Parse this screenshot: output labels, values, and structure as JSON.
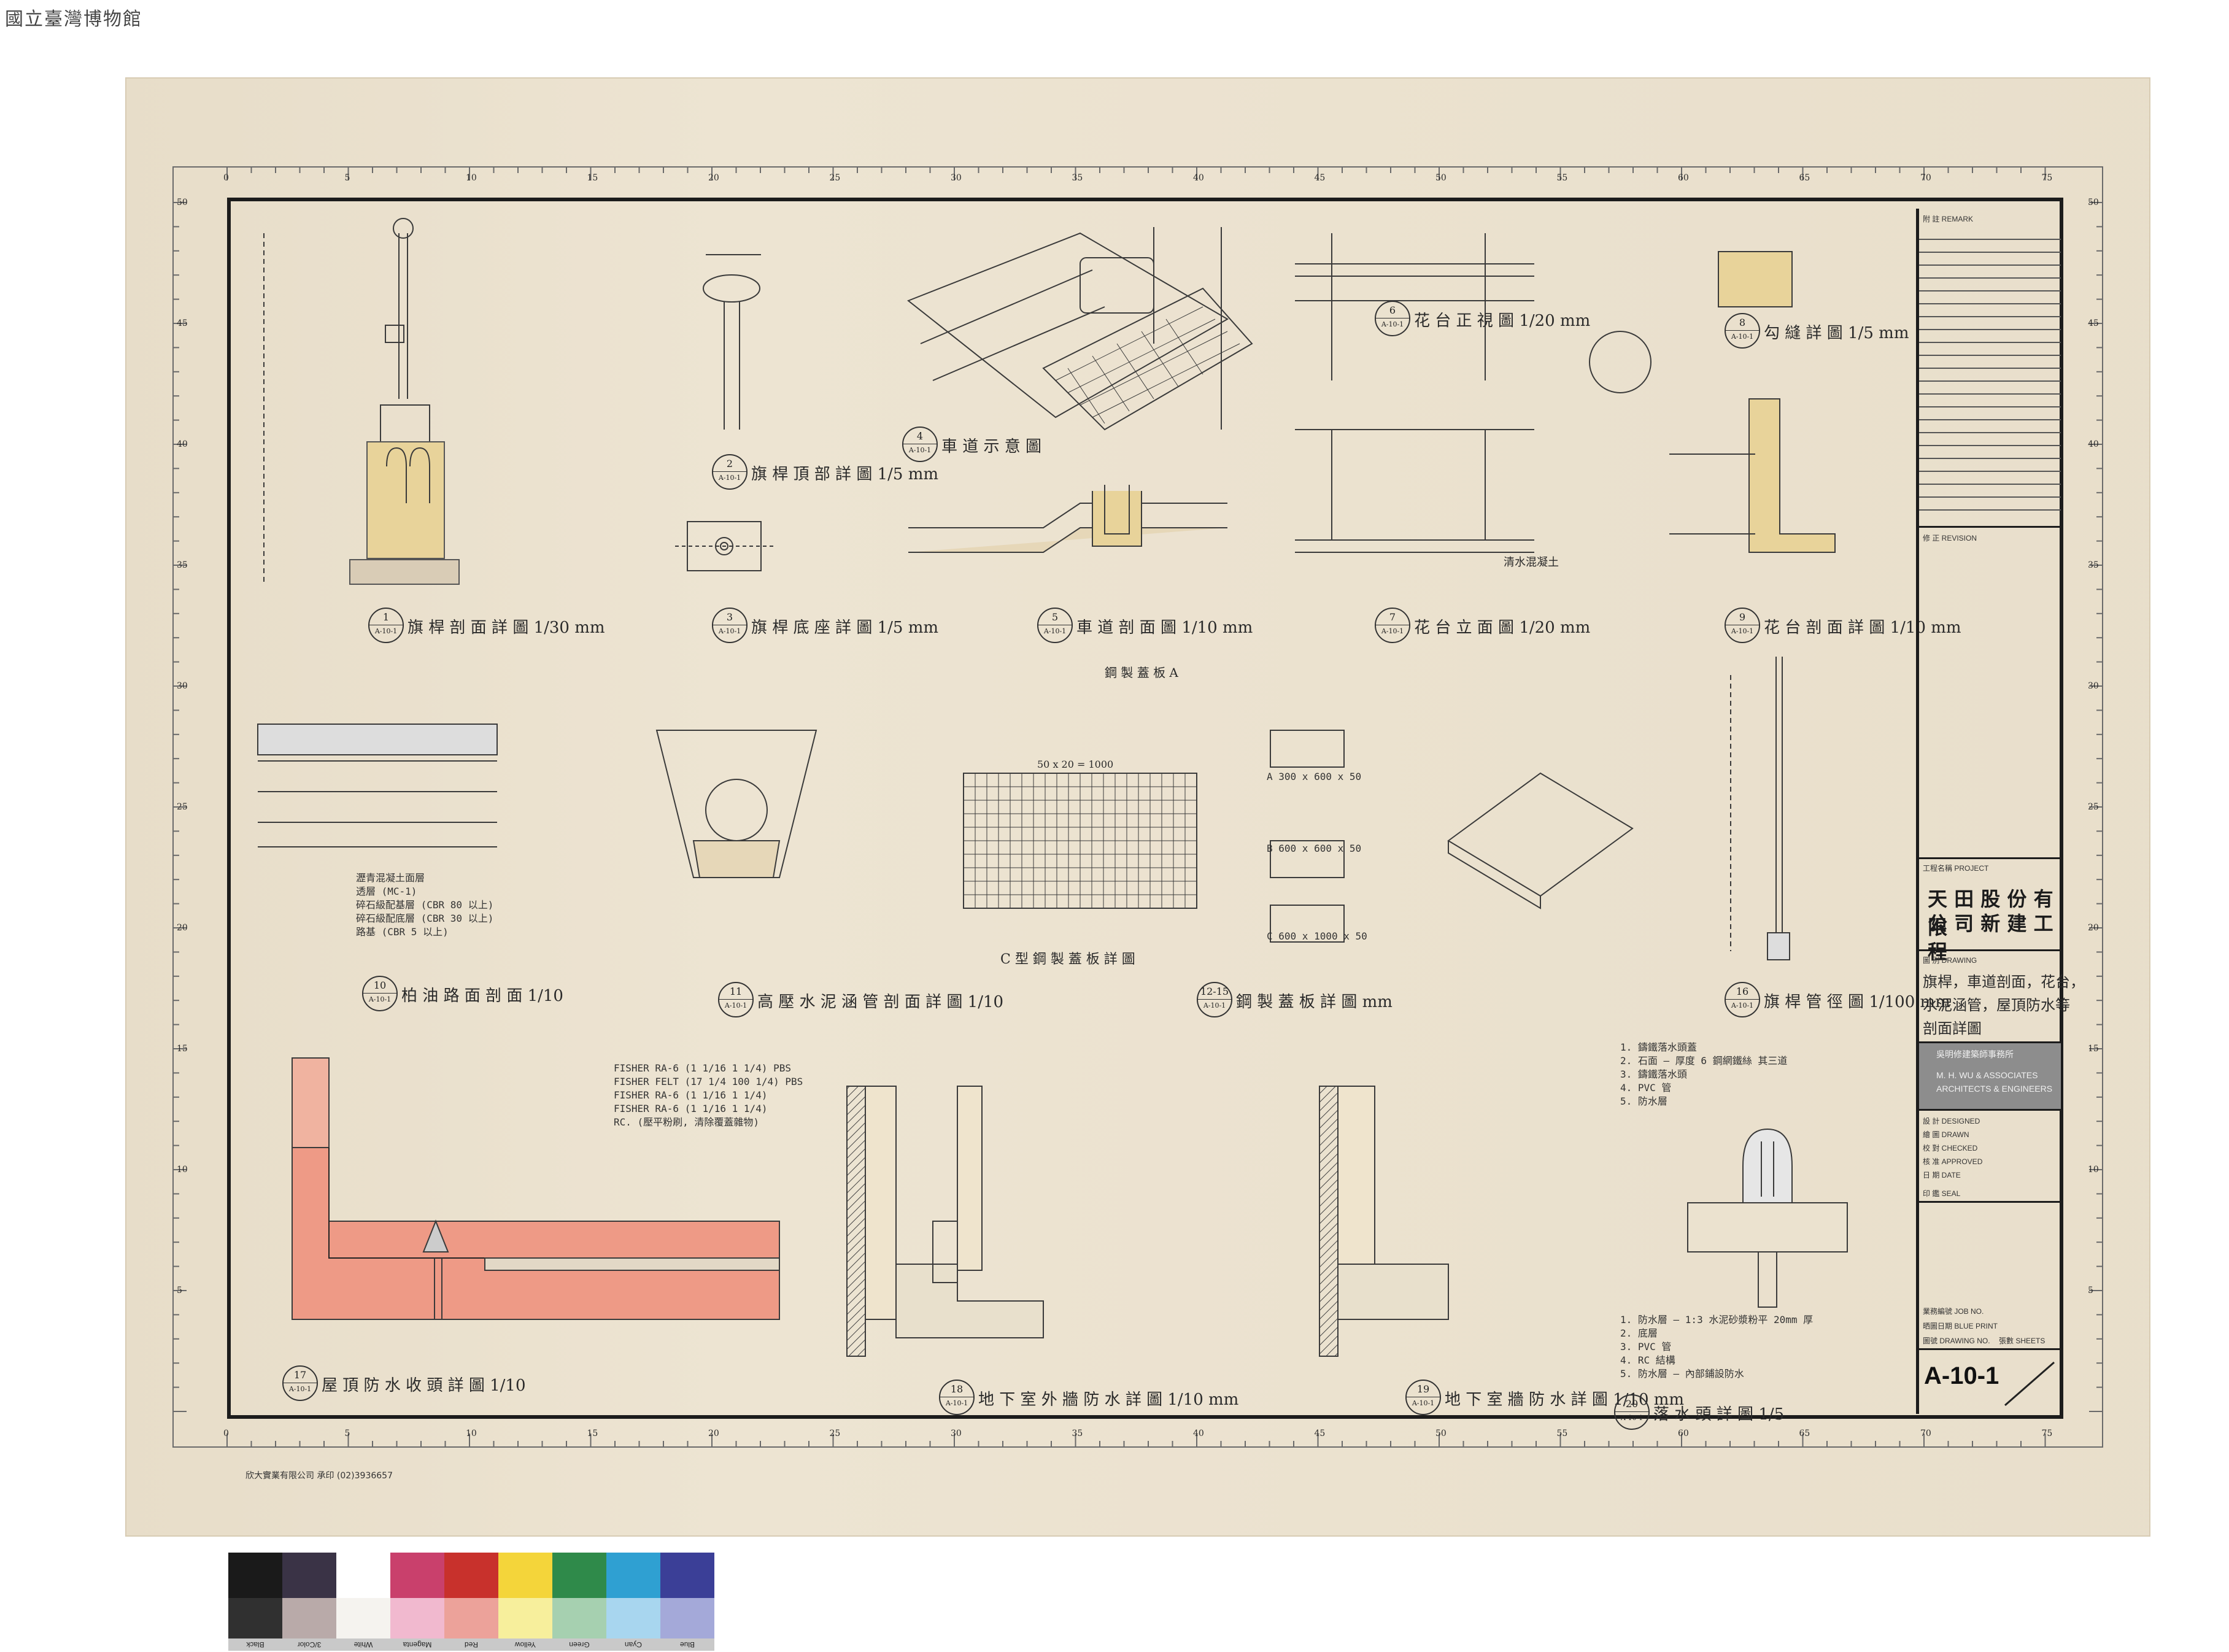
{
  "watermark": "國立臺灣博物館",
  "ruler_top": [
    "0",
    "5",
    "10",
    "15",
    "20",
    "25",
    "30",
    "35",
    "40",
    "45",
    "50",
    "55",
    "60",
    "65",
    "70",
    "75"
  ],
  "ruler_side": [
    "50",
    "45",
    "40",
    "35",
    "30",
    "25",
    "20",
    "15",
    "10",
    "5"
  ],
  "figures": [
    {
      "num": "1",
      "ref": "A-10-1",
      "title": "旗 桿 剖 面 詳 圖 1/30 mm"
    },
    {
      "num": "2",
      "ref": "A-10-1",
      "title": "旗 桿 頂 部 詳 圖 1/5 mm"
    },
    {
      "num": "3",
      "ref": "A-10-1",
      "title": "旗 桿 底 座 詳 圖 1/5 mm"
    },
    {
      "num": "4",
      "ref": "A-10-1",
      "title": "車 道 示 意 圖"
    },
    {
      "num": "5",
      "ref": "A-10-1",
      "title": "車 道 剖 面 圖 1/10 mm"
    },
    {
      "num": "6",
      "ref": "A-10-1",
      "title": "花 台 正 視 圖 1/20 mm"
    },
    {
      "num": "7",
      "ref": "A-10-1",
      "title": "花 台 立 面 圖 1/20 mm"
    },
    {
      "num": "8",
      "ref": "A-10-1",
      "title": "勾 縫 詳 圖 1/5 mm"
    },
    {
      "num": "9",
      "ref": "A-10-1",
      "title": "花 台 剖 面 詳 圖 1/10 mm"
    },
    {
      "num": "10",
      "ref": "A-10-1",
      "title": "柏 油 路 面 剖 面 1/10"
    },
    {
      "num": "11",
      "ref": "A-10-1",
      "title": "高 壓 水 泥 涵 管 剖 面 詳 圖 1/10"
    },
    {
      "num": "12-15",
      "ref": "A-10-1",
      "title": "鋼 製 蓋 板 詳 圖 mm"
    },
    {
      "num": "16",
      "ref": "A-10-1",
      "title": "旗 桿 管 徑 圖 1/100 mm"
    },
    {
      "num": "17",
      "ref": "A-10-1",
      "title": "屋 頂 防 水 收 頭 詳 圖 1/10"
    },
    {
      "num": "18",
      "ref": "A-10-1",
      "title": "地 下 室 外 牆 防 水 詳 圖 1/10 mm"
    },
    {
      "num": "19",
      "ref": "A-10-1",
      "title": "地 下 室 牆 防 水 詳 圖 1/10 mm"
    },
    {
      "num": "20",
      "ref": "A-10-1",
      "title": "落 水 頭 詳 圖 1/5"
    }
  ],
  "labels": {
    "steel_plate_a": "鋼 製 蓋 板 A",
    "c_plate": "C 型 鋼 製 蓋 板 詳 圖",
    "flower_top": "清水混凝土",
    "plate_dims": "50 x 20 = 1000",
    "plate_a": "A  300 x 600 x 50",
    "plate_b": "B  600 x 600 x 50",
    "plate_c": "C  600 x 1000 x 50",
    "drain_notes": [
      "1. 鑄鐵落水頭蓋",
      "2. 石面 — 厚度 6 鋼網鐵絲 其三道",
      "3. 鑄鐵落水頭",
      "4. PVC 管",
      "5. 防水層"
    ],
    "drain_bottom_notes": [
      "1. 防水層 — 1:3 水泥砂漿粉平 20mm 厚",
      "2. 底層",
      "3. PVC 管",
      "4. RC 結構",
      "5. 防水層 — 內部鋪設防水"
    ],
    "waterproof_list": [
      "FISHER RA-6 (1 1/16 1 1/4) PBS",
      "FISHER FELT (17 1/4 100 1/4) PBS",
      "FISHER RA-6 (1 1/16 1 1/4)",
      "FISHER RA-6 (1 1/16 1 1/4)",
      "RC. (壓平粉刷, 清除覆蓋雜物)"
    ],
    "asphalt_notes": [
      "瀝青混凝土面層",
      "透層 (MC-1)",
      "碎石級配基層 (CBR 80 以上)",
      "碎石級配底層 (CBR 30 以上)",
      "路基 (CBR 5 以上)"
    ]
  },
  "title_block": {
    "remark": "附 註 REMARK",
    "revision": "修 正 REVISION",
    "project_label": "工程名稱 PROJECT",
    "project_line1": "天 田 股 份 有 限",
    "project_line2": "公 司 新 建 工 程",
    "drawing_label": "圖 別 DRAWING",
    "drawing_line1": "旗桿，車道剖面，花台，",
    "drawing_line2": "水泥涵管，屋頂防水等",
    "drawing_line3": "剖面詳圖",
    "firm_cn": "吳明修建築師事務所",
    "firm_en1": "M. H. WU & ASSOCIATES",
    "firm_en2": "ARCHITECTS & ENGINEERS",
    "designed": "設 計 DESIGNED",
    "drawn": "繪 圖 DRAWN",
    "checked": "校 對 CHECKED",
    "approved": "核 准 APPROVED",
    "date": "日 期 DATE",
    "seal": "印 鑑 SEAL",
    "job_no": "業務編號 JOB NO.",
    "blue_print": "晒圖日期 BLUE PRINT",
    "drawing_no": "圖號 DRAWING NO.",
    "sheets": "張數 SHEETS",
    "sheet_number": "A-10-1"
  },
  "publisher": "欣大實業有限公司 承印 (02)3936657",
  "swatches": [
    {
      "name": "Black",
      "top": "#1a1a1a",
      "bot": "#303030"
    },
    {
      "name": "3/Color",
      "top": "#3a3346",
      "bot": "#b9aaa9"
    },
    {
      "name": "White",
      "top": "#ffffff",
      "bot": "#f5f3ef"
    },
    {
      "name": "Magenta",
      "top": "#c9406c",
      "bot": "#f1b9cf"
    },
    {
      "name": "Red",
      "top": "#c8312c",
      "bot": "#eca29a"
    },
    {
      "name": "Yellow",
      "top": "#f4d53a",
      "bot": "#f7ef9c"
    },
    {
      "name": "Green",
      "top": "#2f8a4a",
      "bot": "#a6d0b0"
    },
    {
      "name": "Cyan",
      "top": "#2fa0d2",
      "bot": "#a8d6ef"
    },
    {
      "name": "Blue",
      "top": "#3b3f97",
      "bot": "#a4a9d9"
    }
  ]
}
